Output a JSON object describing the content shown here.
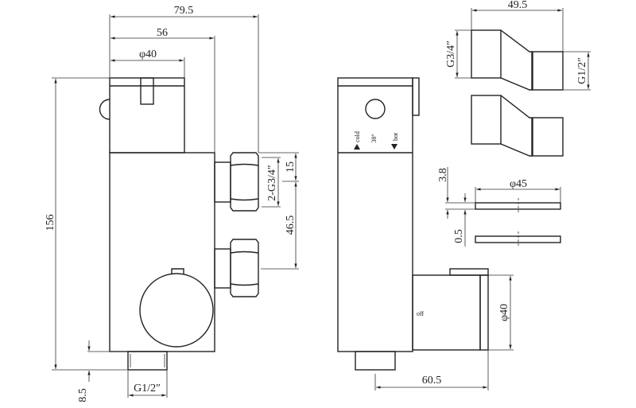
{
  "dimensions": {
    "overall_width": "79.5",
    "body_width": "56",
    "knob_diameter_top": "φ40",
    "height": "156",
    "outlet_height": "8.5",
    "outlet_thread": "G1/2″",
    "inlet_spacing_top": "15",
    "inlet_spacing": "46.5",
    "inlet_thread": "2-G3/4″",
    "depth": "60.5",
    "knob_diameter_side": "φ40",
    "fitting_length": "49.5",
    "fitting_thread_in": "G3/4″",
    "fitting_thread_out": "G1/2″",
    "flange_diameter": "φ45",
    "flange_thickness": "3.8",
    "flange_gap": "0.5"
  },
  "labels": {
    "cold": "cold",
    "temp": "38°",
    "hot": "hot",
    "off": "off"
  },
  "colors": {
    "line": "#222222",
    "background": "#ffffff"
  }
}
